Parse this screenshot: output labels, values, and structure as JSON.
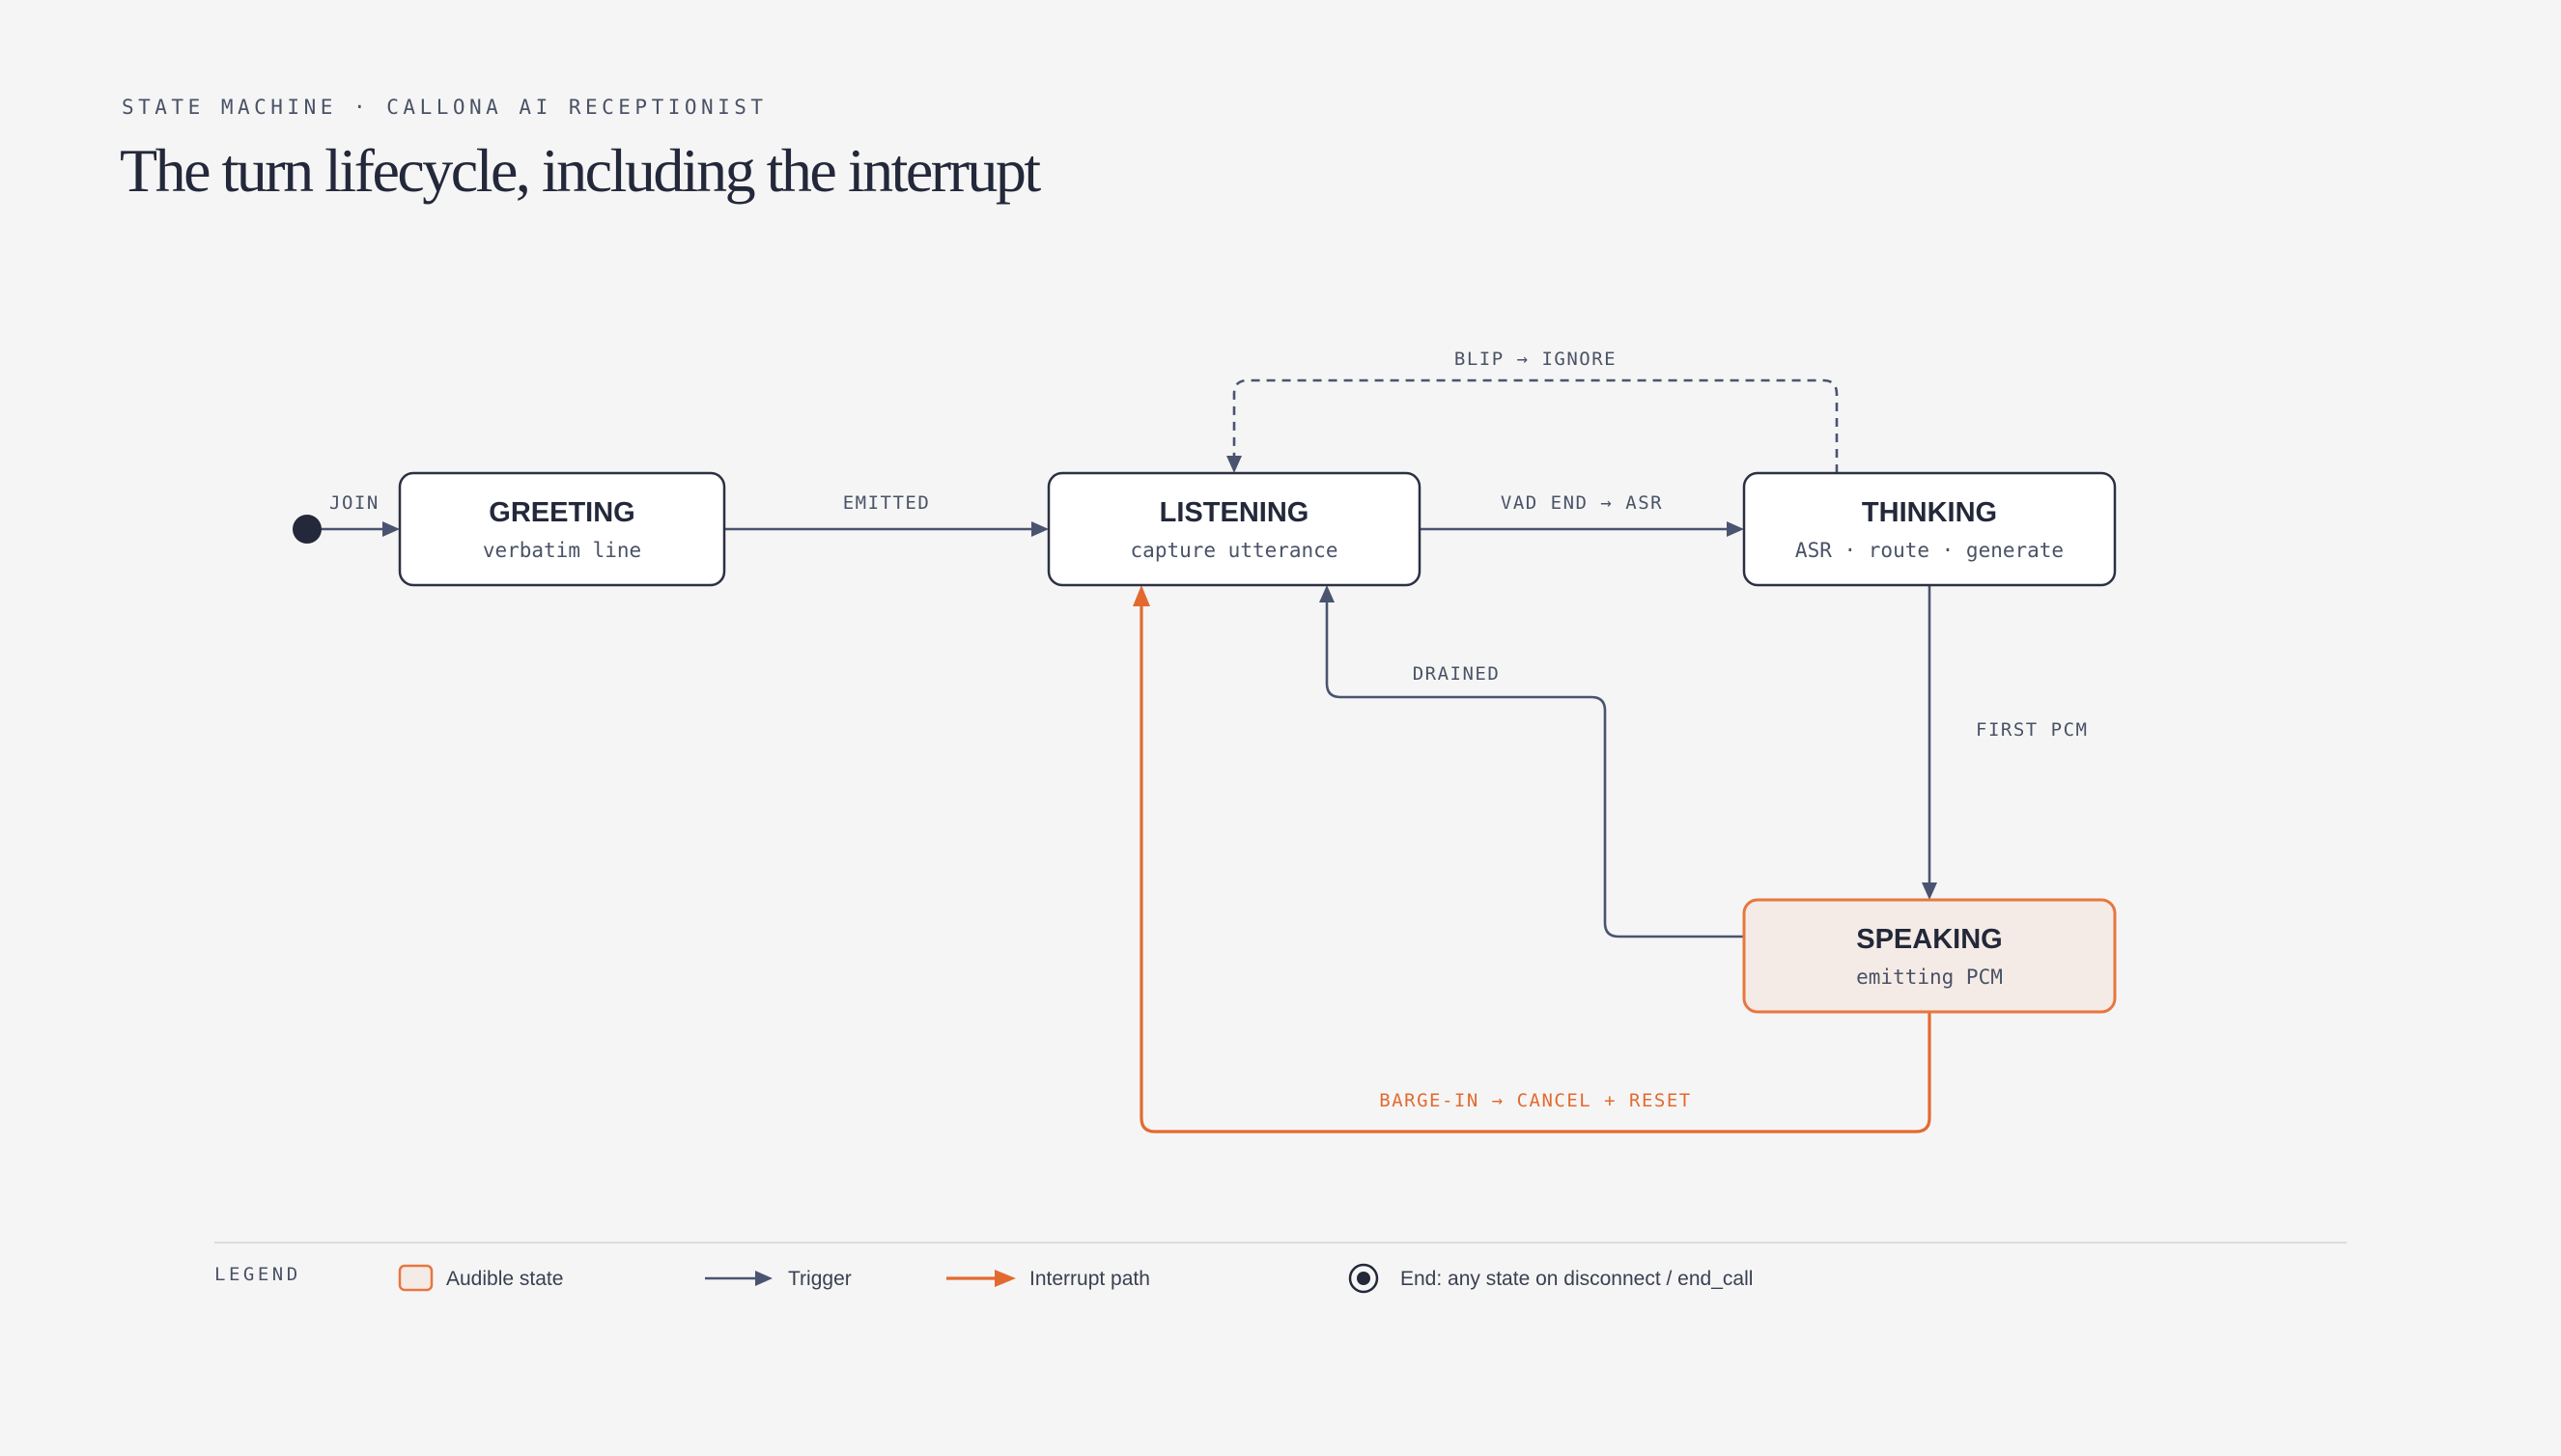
{
  "header": {
    "eyebrow": "STATE MACHINE · CALLONA AI RECEPTIONIST",
    "title": "The turn lifecycle, including the interrupt"
  },
  "states": {
    "greeting": {
      "name": "GREETING",
      "sub": "verbatim line"
    },
    "listening": {
      "name": "LISTENING",
      "sub": "capture utterance"
    },
    "thinking": {
      "name": "THINKING",
      "sub": "ASR · route · generate"
    },
    "speaking": {
      "name": "SPEAKING",
      "sub": "emitting PCM",
      "audible": true
    }
  },
  "transitions": {
    "join": "JOIN",
    "emitted": "EMITTED",
    "vad_end": "VAD END → ASR",
    "blip": "BLIP → IGNORE",
    "drained": "DRAINED",
    "first_pcm": "FIRST PCM",
    "barge_in": "BARGE-IN → CANCEL + RESET"
  },
  "legend": {
    "title": "LEGEND",
    "audible": "Audible state",
    "trigger": "Trigger",
    "interrupt": "Interrupt path",
    "end": "End: any state on disconnect / end_call"
  },
  "colors": {
    "background": "#f5f5f5",
    "ink": "#23283a",
    "edge": "#4a5470",
    "interrupt": "#e36a2f",
    "audible_fill": "#f5ebe6"
  }
}
